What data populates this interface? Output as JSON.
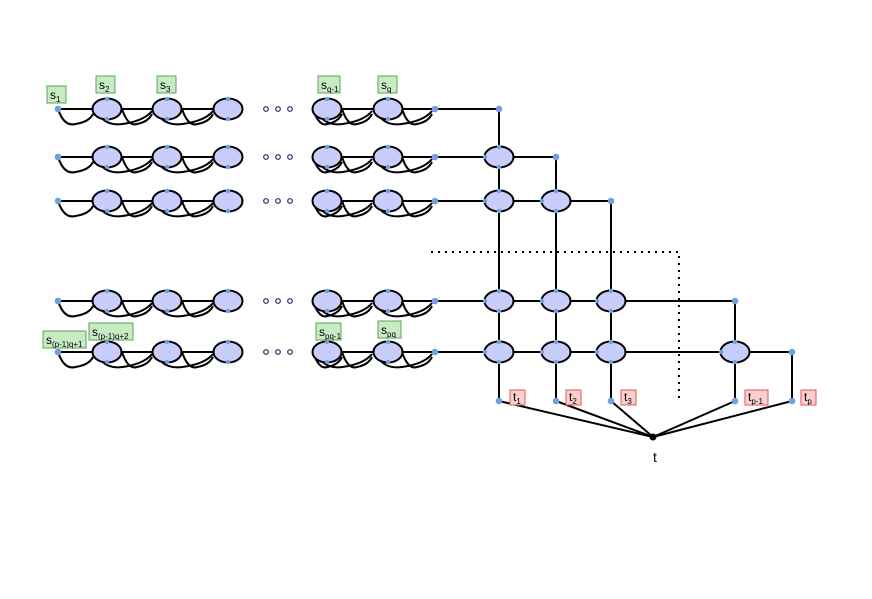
{
  "diagram": {
    "source_labels": [
      {
        "base": "s",
        "sub": "1"
      },
      {
        "base": "s",
        "sub": "2"
      },
      {
        "base": "s",
        "sub": "3"
      },
      {
        "base": "s",
        "sub": "q-1"
      },
      {
        "base": "s",
        "sub": "q"
      },
      {
        "base": "s",
        "sub": "(p-1)q+1"
      },
      {
        "base": "s",
        "sub": "(p-1)q+2"
      },
      {
        "base": "s",
        "sub": "pq-1"
      },
      {
        "base": "s",
        "sub": "pq"
      }
    ],
    "sink_labels": [
      {
        "base": "t",
        "sub": "1"
      },
      {
        "base": "t",
        "sub": "2"
      },
      {
        "base": "t",
        "sub": "3"
      },
      {
        "base": "t",
        "sub": "p-1"
      },
      {
        "base": "t",
        "sub": "p"
      }
    ],
    "sink": "t",
    "colors": {
      "node_fill": "#c8cdfb",
      "terminal_dot": "#6fa2da",
      "source_label_fill": "#c9ebc4",
      "sink_label_fill": "#f9cfcf"
    }
  }
}
